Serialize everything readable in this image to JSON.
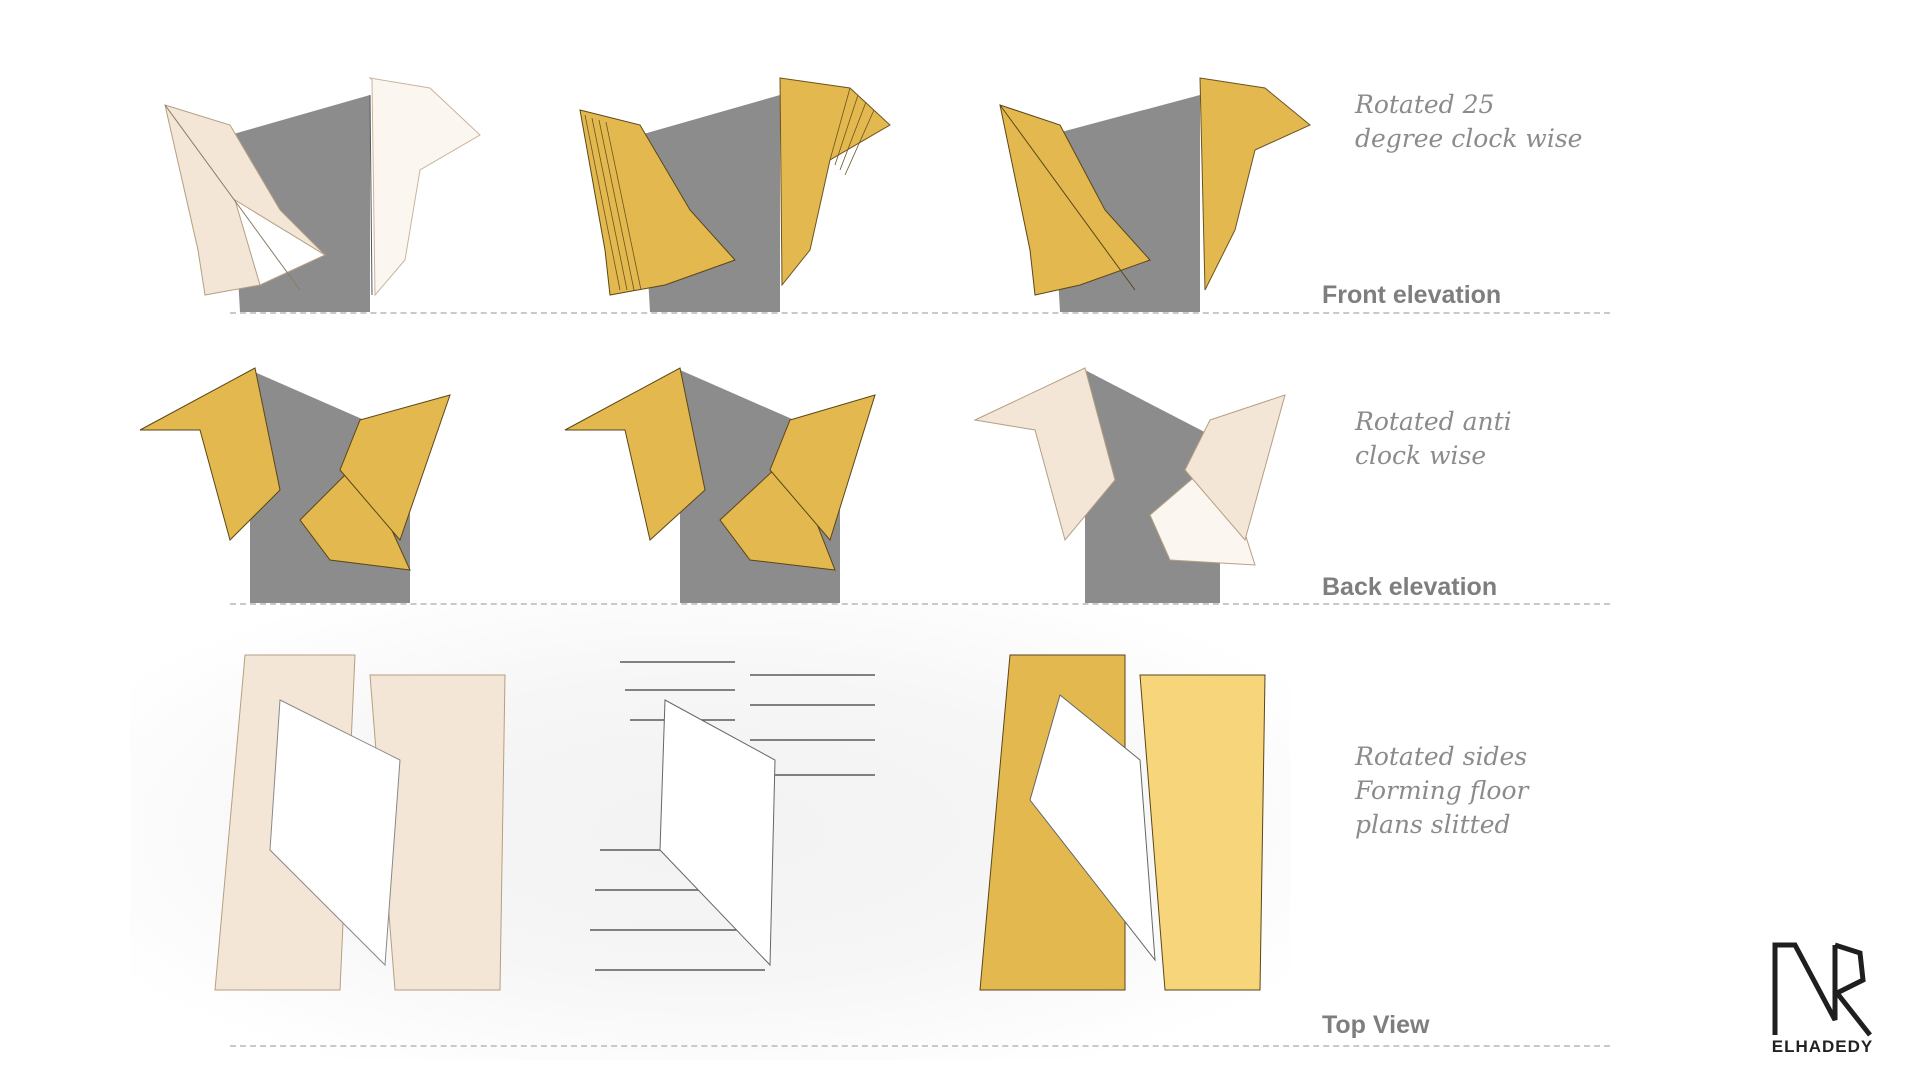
{
  "rows": [
    {
      "note": "Rotated 25\ndegree clock wise",
      "label": "Front elevation"
    },
    {
      "note": "Rotated anti\nclock wise",
      "label": "Back elevation"
    },
    {
      "note": "Rotated sides\nForming floor\nplans slitted",
      "label": "Top View"
    }
  ],
  "logo": {
    "text": "ELHADEDY"
  },
  "colors": {
    "gold": "#e3b84f",
    "grey": "#8c8c8c",
    "cream": "#f3e6d6",
    "dash": "#c9c9c9",
    "note_text": "#8b8b8b"
  }
}
